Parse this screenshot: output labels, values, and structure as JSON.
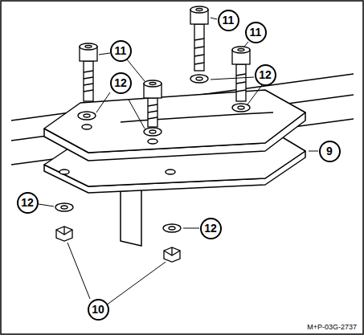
{
  "diagram": {
    "labels": [
      "11",
      "11",
      "11",
      "12",
      "12",
      "12",
      "12",
      "9",
      "10",
      "M+P-03G-2737"
    ]
  }
}
